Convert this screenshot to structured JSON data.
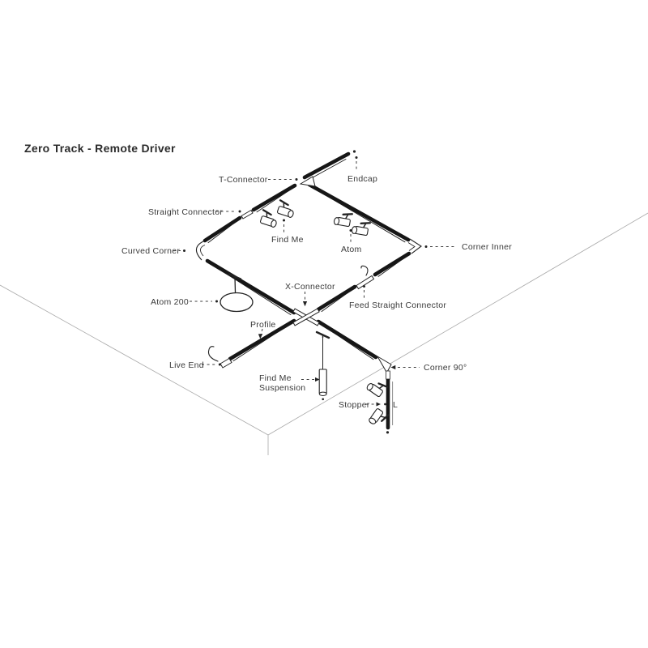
{
  "title": "Zero Track - Remote Driver",
  "diagram": {
    "labels": {
      "t_connector": "T-Connector",
      "endcap": "Endcap",
      "straight_connector": "Straight Connector",
      "find_me": "Find Me",
      "atom": "Atom",
      "curved_corner": "Curved Corner",
      "corner_inner": "Corner Inner",
      "x_connector": "X-Connector",
      "atom_200": "Atom 200",
      "feed_straight_connector": "Feed Straight Connector",
      "profile": "Profile",
      "live_end": "Live End",
      "find_me_suspension": "Find Me\nSuspension",
      "corner_90": "Corner 90°",
      "stopper": "Stopper",
      "length_marker": "L"
    },
    "colors": {
      "track": "#161616",
      "leader": "#3d3d3d",
      "perspective_line": "#a9a9a9",
      "label_text": "#3a3a3a",
      "background": "#ffffff"
    }
  }
}
